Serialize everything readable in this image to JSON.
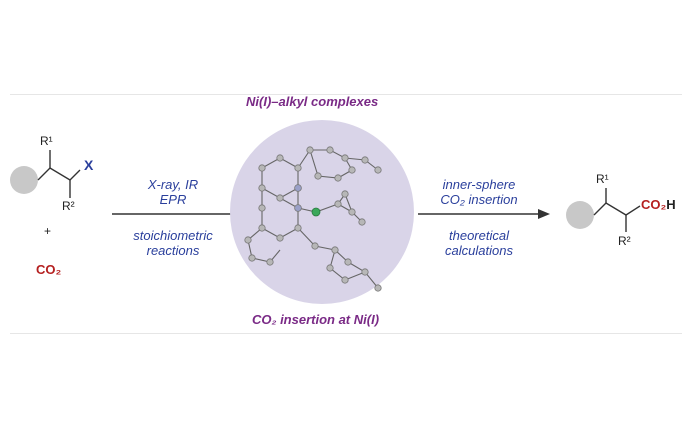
{
  "title_top": "Ni(I)–alkyl complexes",
  "title_bottom": "CO₂ insertion at Ni(I)",
  "left": {
    "r1": "R¹",
    "r2": "R²",
    "x": "X",
    "plus": "+",
    "co2": "CO₂"
  },
  "arrow_left": {
    "above": [
      "X-ray, IR",
      "EPR"
    ],
    "below": [
      "stoichiometric",
      "reactions"
    ]
  },
  "arrow_right": {
    "above": [
      "inner-sphere",
      "CO₂ insertion"
    ],
    "below": [
      "theoretical",
      "calculations"
    ]
  },
  "product": {
    "r1": "R¹",
    "r2": "R²",
    "co2h_a": "CO₂",
    "co2h_b": "H"
  },
  "colors": {
    "purple": "#7a2a86",
    "blue": "#2a3f9c",
    "red": "#b52020",
    "circle": "#d9d4e8",
    "sphere": "#b7b7b7"
  }
}
